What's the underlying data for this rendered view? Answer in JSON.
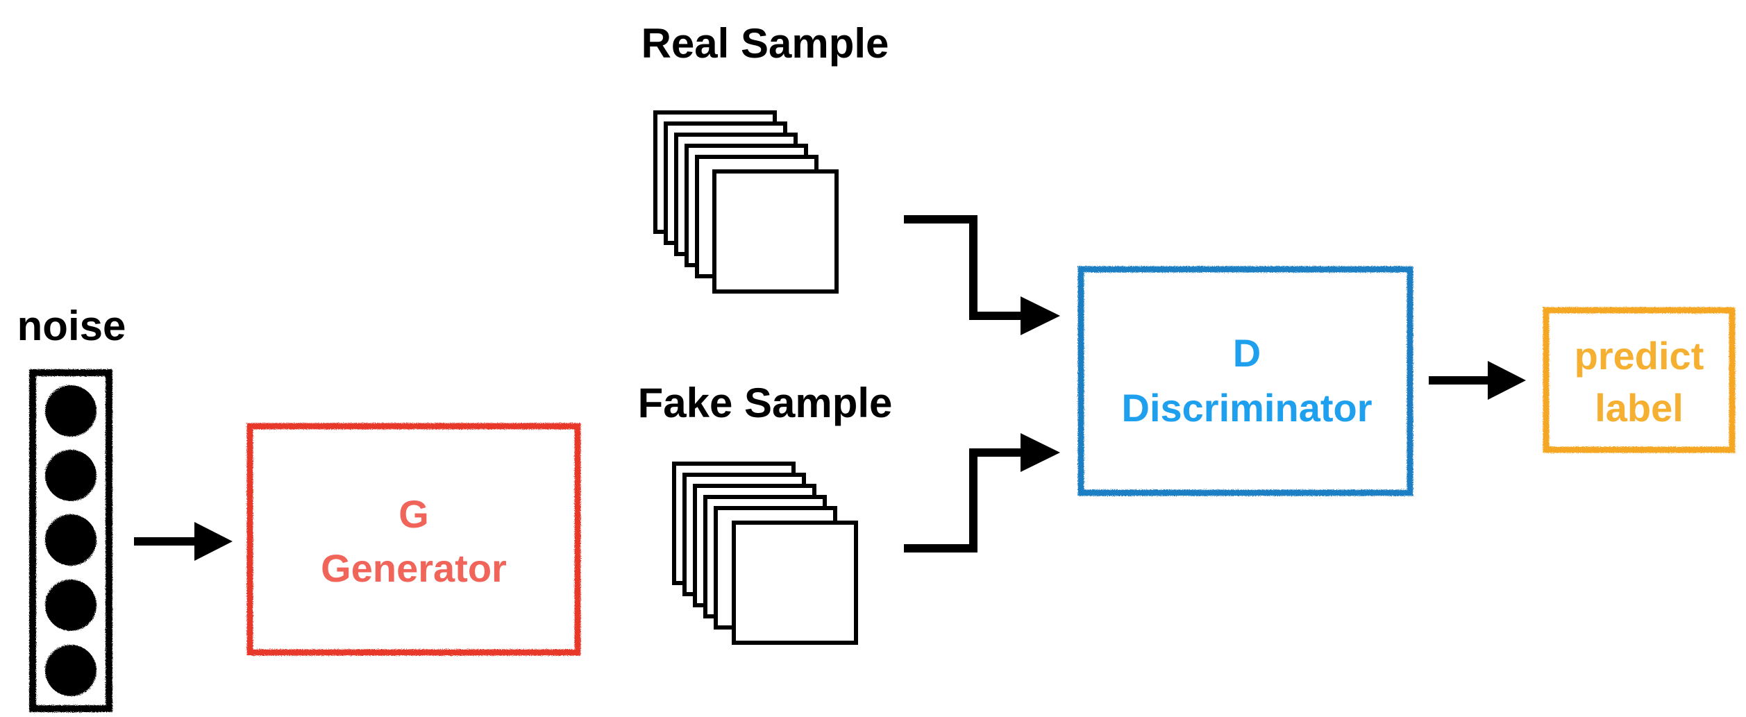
{
  "labels": {
    "noise": "noise",
    "real_sample": "Real Sample",
    "fake_sample": "Fake Sample",
    "generator_letter": "G",
    "generator_name": "Generator",
    "discriminator_letter": "D",
    "discriminator_name": "Discriminator",
    "predict_line1": "predict",
    "predict_line2": "label"
  },
  "colors": {
    "generator": "#e8372c",
    "generator_text": "#f0645a",
    "discriminator": "#1f7fc4",
    "discriminator_text": "#1ea0ee",
    "predict": "#f5a623",
    "predict_text": "#f5b031",
    "ink": "#000000"
  },
  "noise_vector": {
    "nodes": 5
  },
  "sample_stacks": {
    "real_frames": 6,
    "fake_frames": 6
  }
}
